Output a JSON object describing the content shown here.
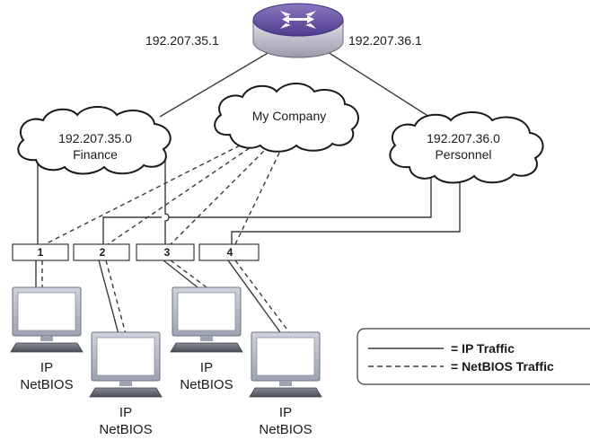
{
  "router": {
    "left_ip": "192.207.35.1",
    "right_ip": "192.207.36.1"
  },
  "clouds": {
    "finance": {
      "line1": "192.207.35.0",
      "line2": "Finance"
    },
    "company": {
      "line1": "My Company"
    },
    "personnel": {
      "line1": "192.207.36.0",
      "line2": "Personnel"
    }
  },
  "ports": [
    "1",
    "2",
    "3",
    "4"
  ],
  "computers": [
    {
      "line1": "IP",
      "line2": "NetBIOS"
    },
    {
      "line1": "IP",
      "line2": "NetBIOS"
    },
    {
      "line1": "IP",
      "line2": "NetBIOS"
    },
    {
      "line1": "IP",
      "line2": "NetBIOS"
    }
  ],
  "legend": {
    "ip": "= IP Traffic",
    "netbios": "= NetBIOS Traffic"
  },
  "colors": {
    "line": "#3a3a3a",
    "cloud_fill": "#ffffff",
    "monitor_frame": "#b8bcc9",
    "monitor_screen": "#ffffff",
    "router_top": "#6e5aa8",
    "router_side": "#c9c9d6"
  }
}
